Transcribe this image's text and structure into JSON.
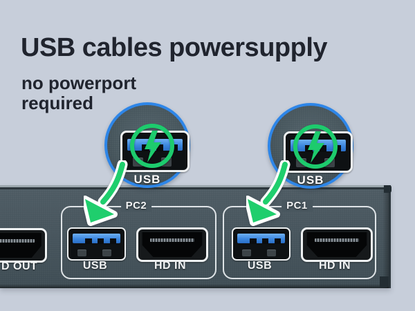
{
  "header": {
    "title": "USB cables powersupply",
    "subtitle_line1": "no powerport",
    "subtitle_line2": "required"
  },
  "callouts": [
    {
      "port_label": "USB",
      "icon": "lightning-icon"
    },
    {
      "port_label": "USB",
      "icon": "lightning-icon"
    }
  ],
  "device": {
    "output_port_label": "D OUT",
    "groups": [
      {
        "name": "PC2",
        "usb_label": "USB",
        "hdmi_label": "HD IN"
      },
      {
        "name": "PC1",
        "usb_label": "USB",
        "hdmi_label": "HD IN"
      }
    ]
  },
  "colors": {
    "background": "#c7ceda",
    "title_text": "#20242e",
    "accent_green": "#1dcb6d",
    "accent_blue": "#2e86e8",
    "usb_tab_blue": "#3b86dd",
    "panel_body": "#46545c",
    "port_outline_white": "#eef1f2"
  }
}
